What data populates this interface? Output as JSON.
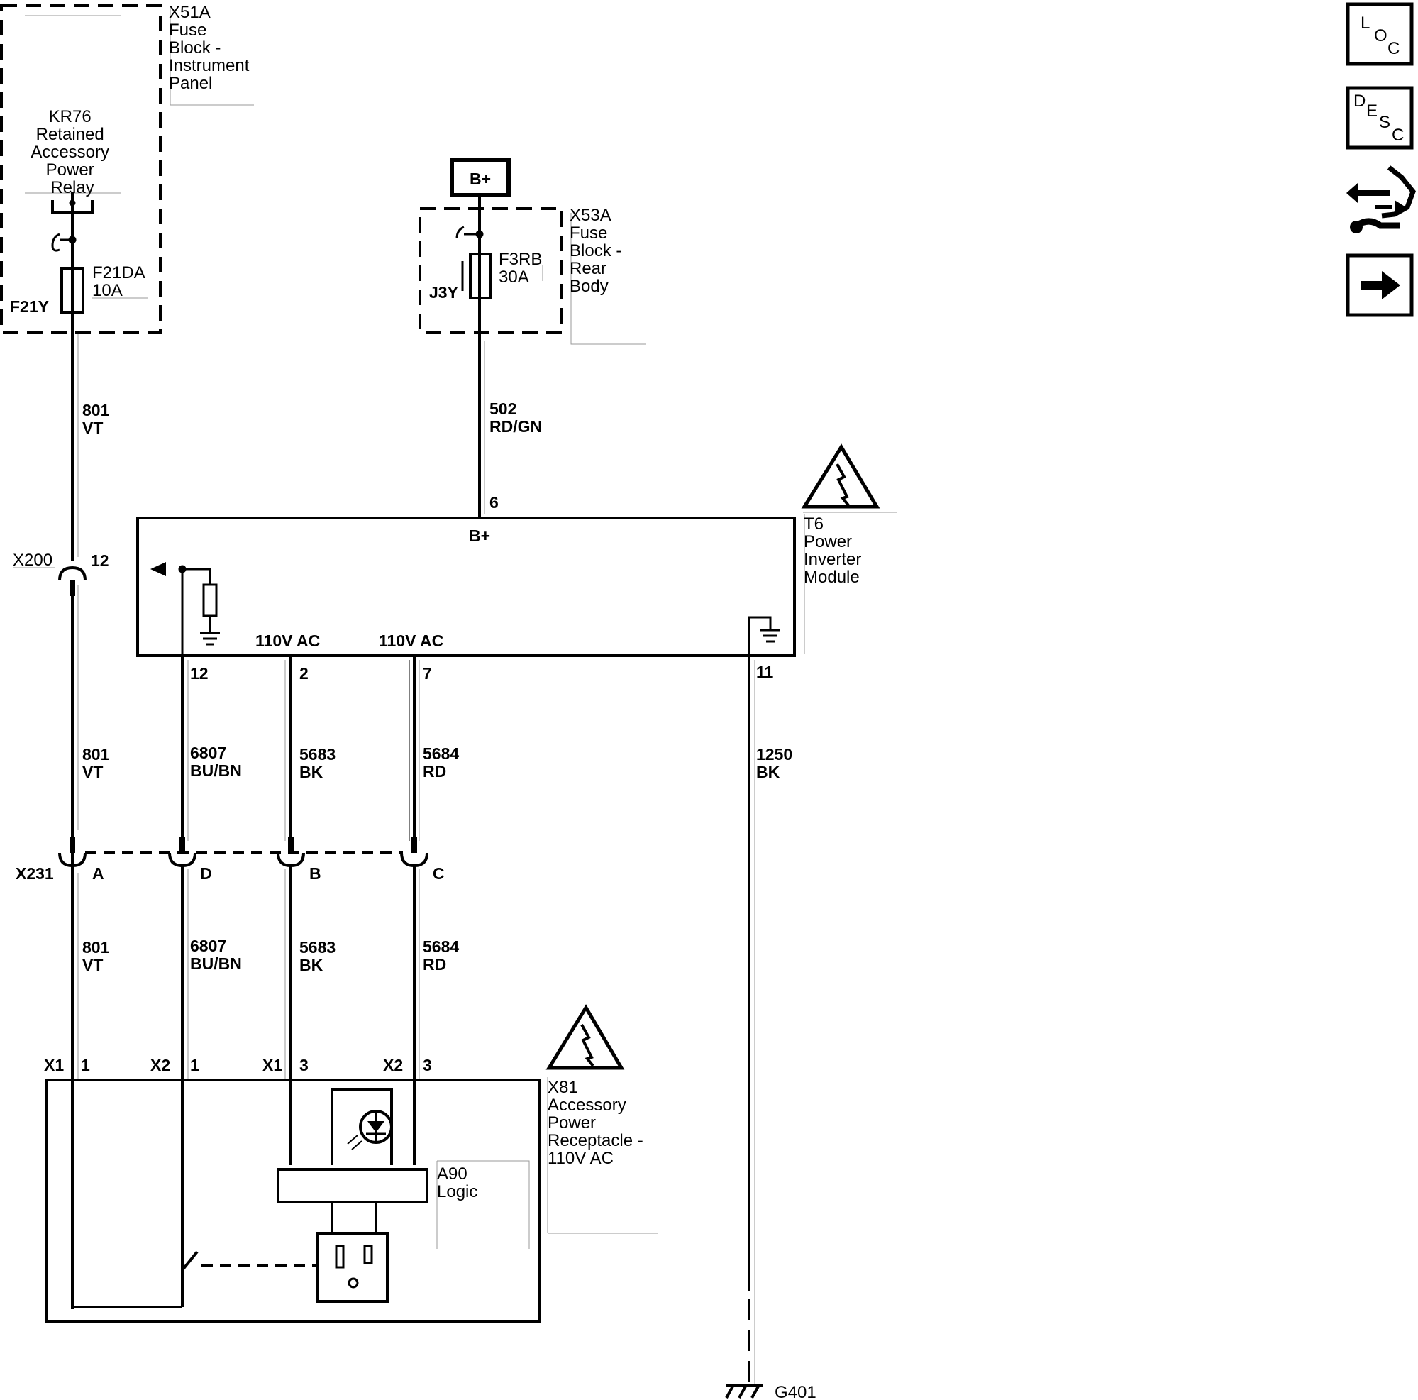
{
  "fuse_block_ip": {
    "name_lines": [
      "X51A",
      "Fuse",
      "Block -",
      "Instrument",
      "Panel"
    ],
    "relay_lines": [
      "KR76",
      "Retained",
      "Accessory",
      "Power",
      "Relay"
    ],
    "fuse_name": "F21DA",
    "fuse_rating": "10A",
    "cavity": "F21Y"
  },
  "fuse_block_rear": {
    "name_lines": [
      "X53A",
      "Fuse",
      "Block -",
      "Rear",
      "Body"
    ],
    "fuse_name": "F3RB",
    "fuse_rating": "30A",
    "cavity": "J3Y",
    "supply": "B+"
  },
  "module": {
    "name_lines": [
      "T6",
      "Power",
      "Inverter",
      "Module"
    ],
    "bplus_label": "B+",
    "ac_label_1": "110V AC",
    "ac_label_2": "110V AC",
    "pin_bplus": "6",
    "pin_12": "12",
    "pin_2": "2",
    "pin_7": "7",
    "pin_11": "11"
  },
  "inline_x200": {
    "name": "X200",
    "pin": "12"
  },
  "inline_x231": {
    "name": "X231",
    "pins": [
      "A",
      "D",
      "B",
      "C"
    ]
  },
  "wires": {
    "w801_top": {
      "circuit": "801",
      "color": "VT"
    },
    "w502": {
      "circuit": "502",
      "color": "RD/GN"
    },
    "w801_mid": {
      "circuit": "801",
      "color": "VT"
    },
    "w6807_mid": {
      "circuit": "6807",
      "color": "BU/BN"
    },
    "w5683_mid": {
      "circuit": "5683",
      "color": "BK"
    },
    "w5684_mid": {
      "circuit": "5684",
      "color": "RD"
    },
    "w1250": {
      "circuit": "1250",
      "color": "BK"
    },
    "w801_bot": {
      "circuit": "801",
      "color": "VT"
    },
    "w6807_bot": {
      "circuit": "6807",
      "color": "BU/BN"
    },
    "w5683_bot": {
      "circuit": "5683",
      "color": "BK"
    },
    "w5684_bot": {
      "circuit": "5684",
      "color": "RD"
    }
  },
  "receptacle": {
    "name_lines": [
      "X81",
      "Accessory",
      "Power",
      "Receptacle -",
      "110V AC"
    ],
    "logic_lines": [
      "A90",
      "Logic"
    ],
    "conn_x1_a": "X1",
    "pin_x1_a": "1",
    "conn_x2_a": "X2",
    "pin_x2_a": "1",
    "conn_x1_b": "X1",
    "pin_x1_b": "3",
    "conn_x2_b": "X2",
    "pin_x2_b": "3"
  },
  "ground": {
    "name": "G401"
  },
  "nav": {
    "loc": [
      "L",
      "O",
      "C"
    ],
    "desc": [
      "D",
      "E",
      "S",
      "C"
    ],
    "icons": [
      "connector-swap-icon",
      "next-arrow-icon"
    ]
  }
}
